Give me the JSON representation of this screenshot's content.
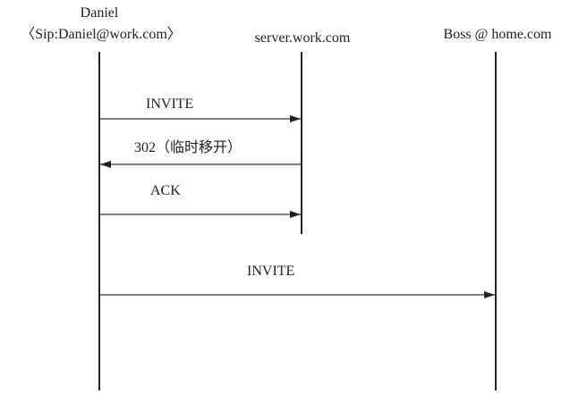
{
  "diagram": {
    "type": "sequence",
    "participants": [
      {
        "id": "daniel",
        "name": "Daniel",
        "address": "〈Sip:Daniel@work.com〉"
      },
      {
        "id": "server",
        "name": "server.work.com"
      },
      {
        "id": "boss",
        "name": "Boss @ home.com"
      }
    ],
    "messages": [
      {
        "label": "INVITE",
        "from": "daniel",
        "to": "server"
      },
      {
        "label": "302（临时移开）",
        "from": "server",
        "to": "daniel"
      },
      {
        "label": "ACK",
        "from": "daniel",
        "to": "server"
      },
      {
        "label": "INVITE",
        "from": "daniel",
        "to": "boss"
      }
    ]
  }
}
